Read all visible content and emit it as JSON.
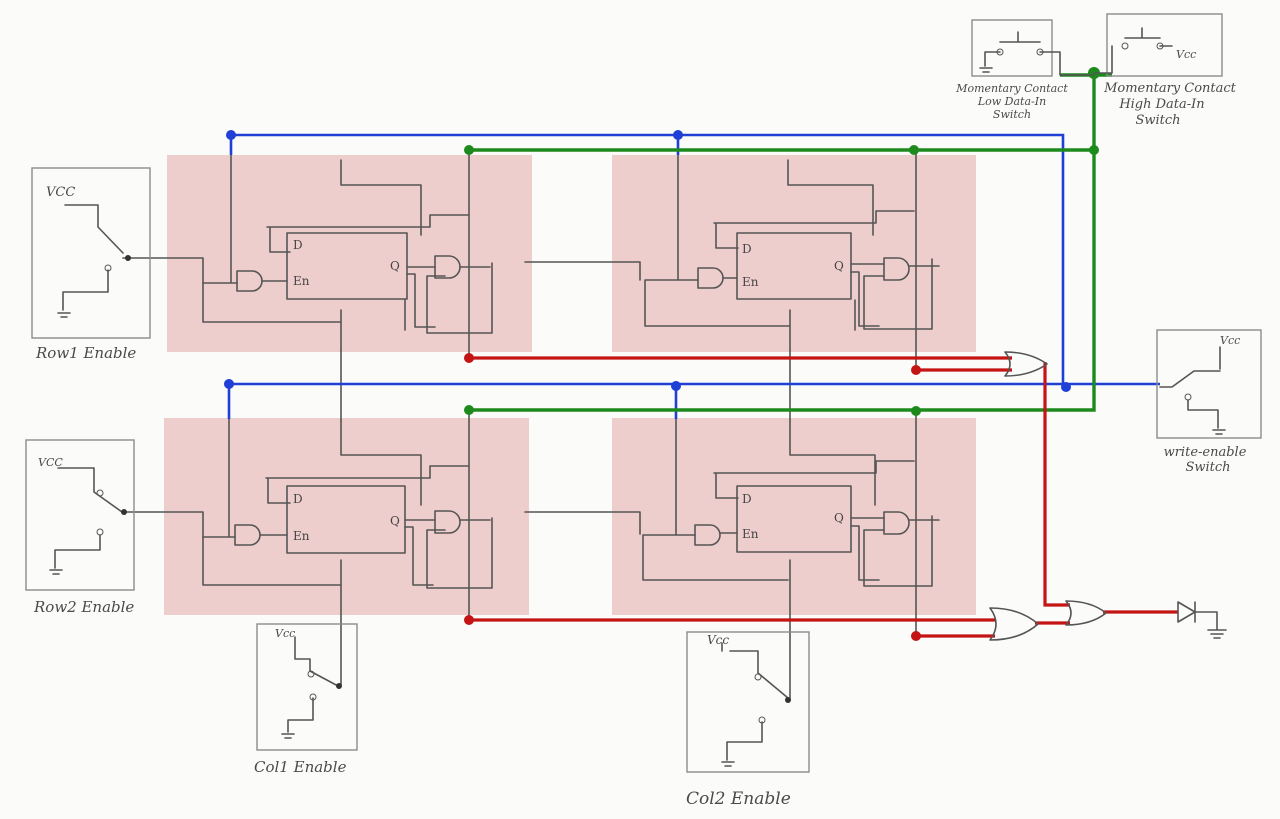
{
  "labels": {
    "vcc": "Vcc",
    "vcc_lower": "VCC",
    "d": "D",
    "en": "En",
    "q": "Q",
    "row1": "Row1 Enable",
    "row2": "Row2 Enable",
    "col1": "Col1 Enable",
    "col2": "Col2 Enable",
    "low_switch": [
      "Momentary Contact",
      "Low Data-In",
      "Switch"
    ],
    "high_switch": [
      "Momentary Contact",
      "High Data-In",
      "Switch"
    ],
    "write_enable": [
      "write-enable",
      "Switch"
    ]
  },
  "colors": {
    "cell_fill": "#ebc5c5",
    "blue_bus": "#1f3fd6",
    "green_bus": "#1d8a1d",
    "red_bus": "#c41414"
  }
}
